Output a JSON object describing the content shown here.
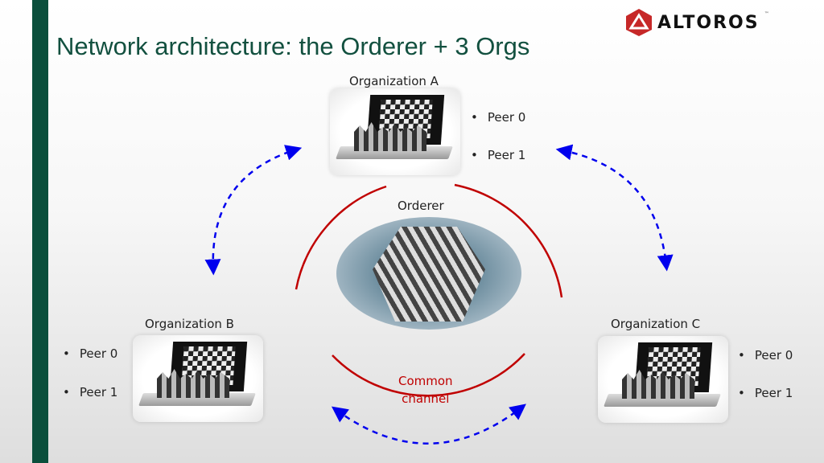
{
  "slide": {
    "title": "Network architecture: the Orderer + 3 Orgs"
  },
  "logo": {
    "text": "ALTOROS",
    "tm": "™"
  },
  "orderer": {
    "label": "Orderer"
  },
  "channel": {
    "line1": "Common",
    "line2": "channel"
  },
  "orgs": [
    {
      "label": "Organization A",
      "peers": [
        "Peer 0",
        "Peer 1"
      ]
    },
    {
      "label": "Organization B",
      "peers": [
        "Peer 0",
        "Peer 1"
      ]
    },
    {
      "label": "Organization C",
      "peers": [
        "Peer 0",
        "Peer 1"
      ]
    }
  ],
  "colors": {
    "accent": "#0b4f3c",
    "channel": "#c00000",
    "arrows": "#0000ee"
  }
}
